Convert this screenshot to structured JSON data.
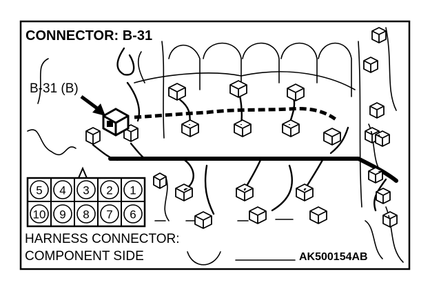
{
  "connector": {
    "title": "CONNECTOR: B-31",
    "callout": "B-31 (B)"
  },
  "pin_grid": {
    "top_row": [
      "5",
      "4",
      "3",
      "2",
      "1"
    ],
    "bottom_row": [
      "10",
      "9",
      "8",
      "7",
      "6"
    ]
  },
  "caption": {
    "line1": "HARNESS CONNECTOR:",
    "line2": "COMPONENT SIDE"
  },
  "figure_code": "AK500154AB"
}
